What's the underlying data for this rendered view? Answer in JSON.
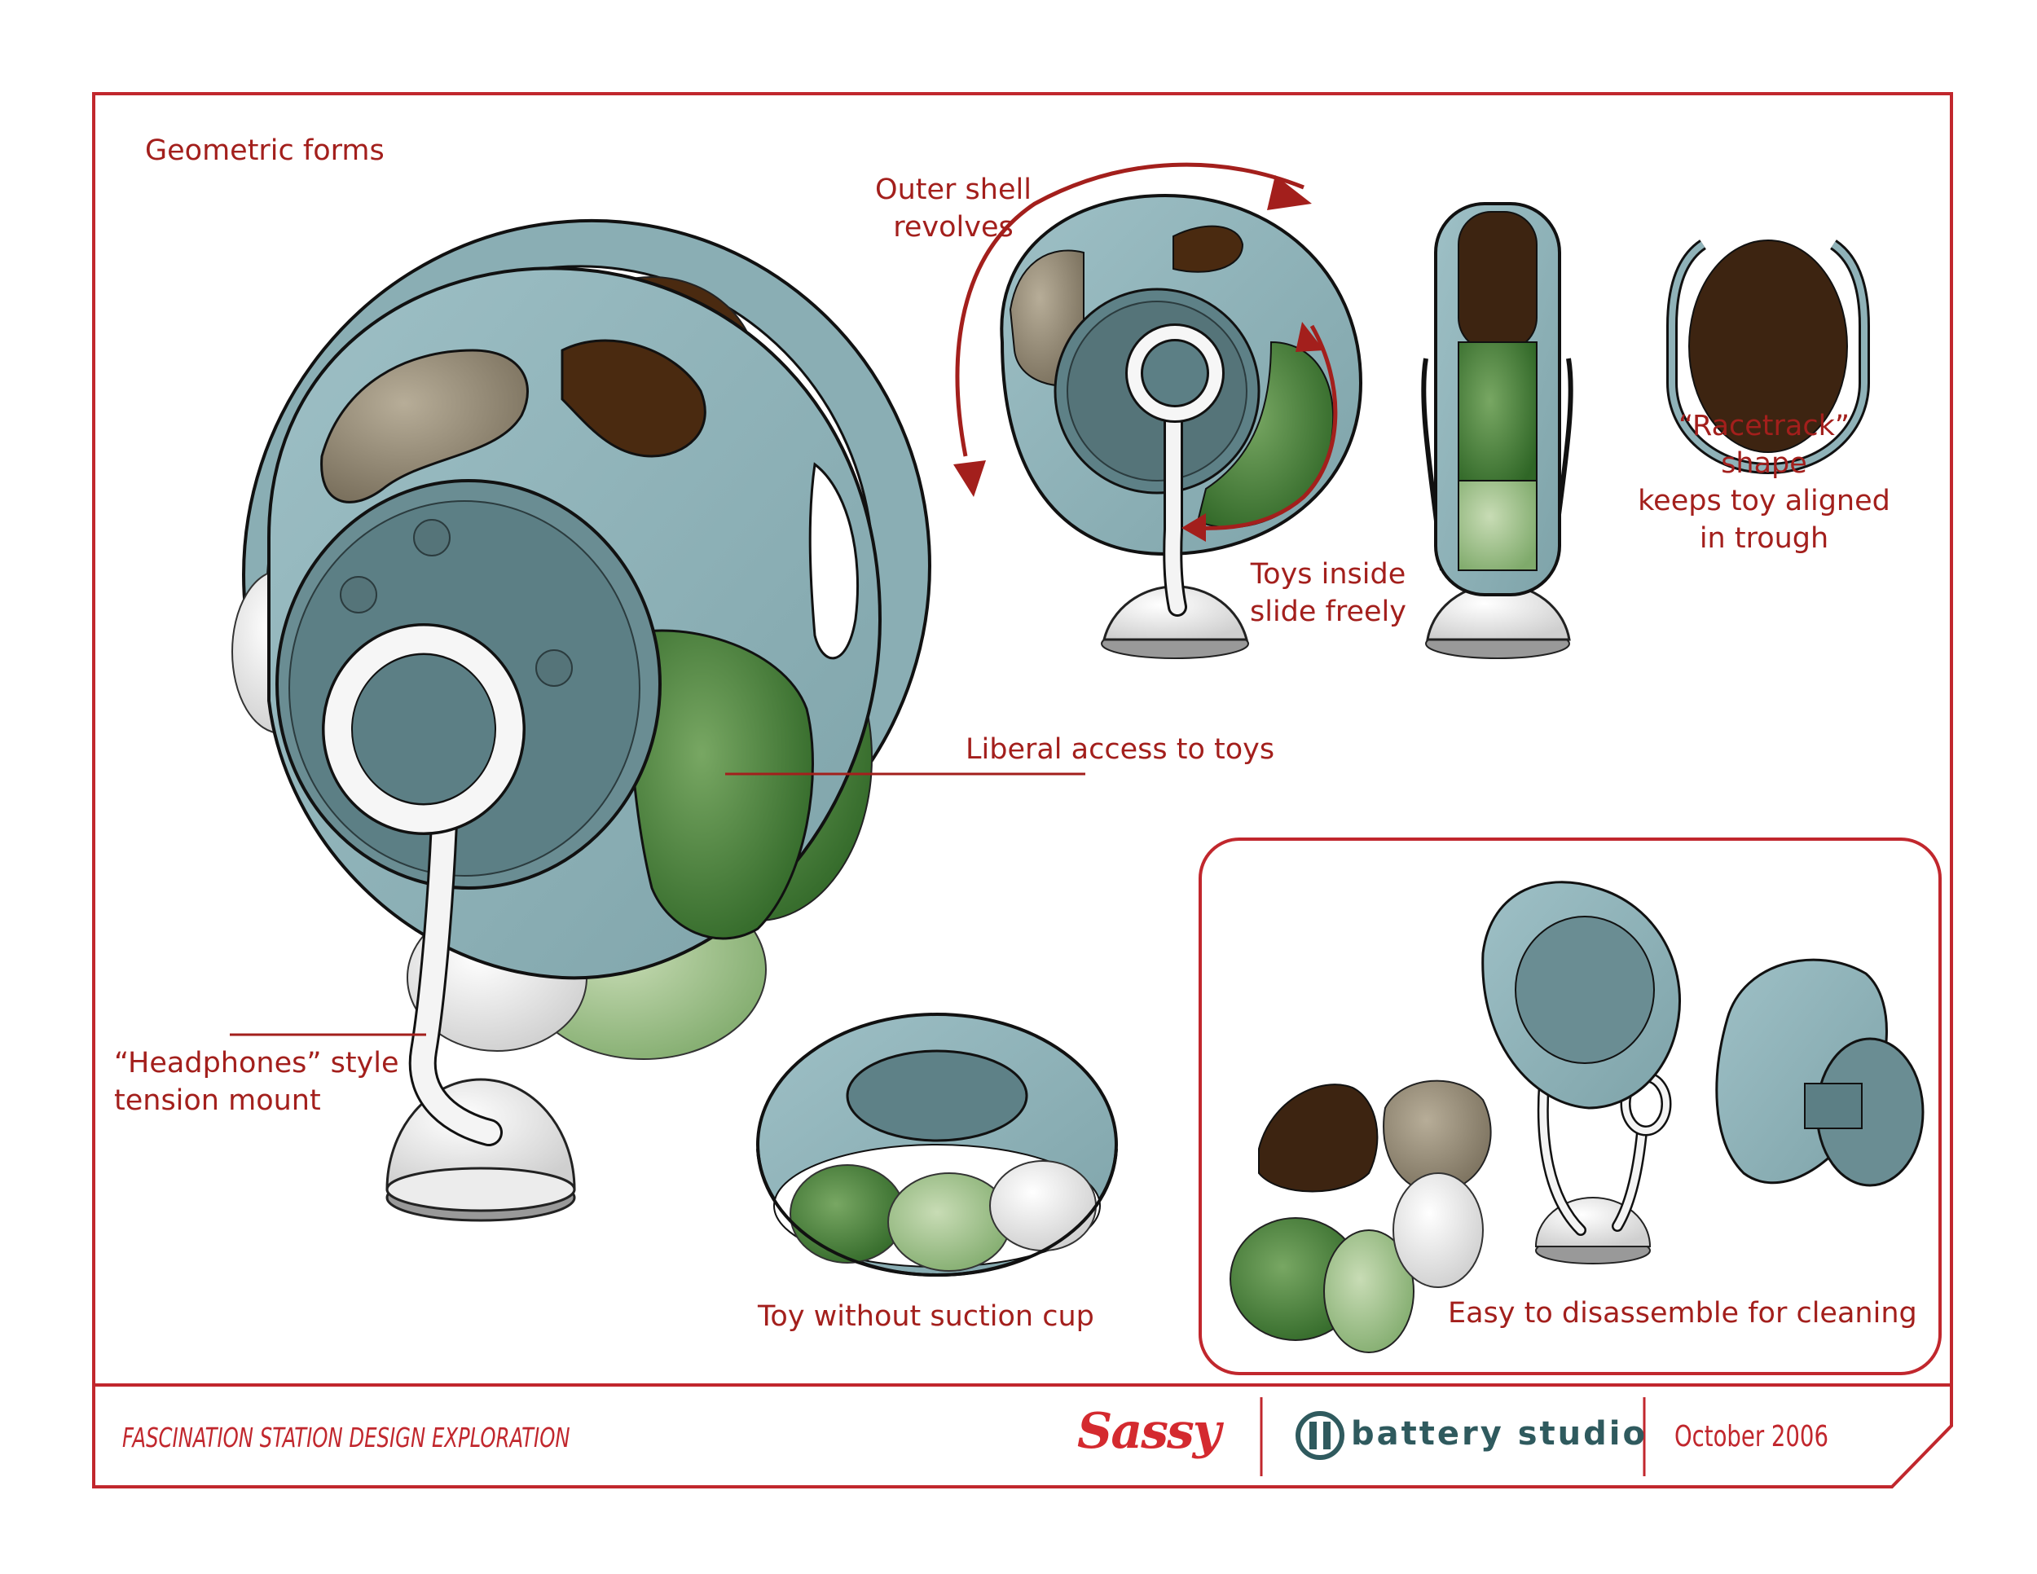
{
  "labels": {
    "geometric_forms": "Geometric forms",
    "outer_shell": "Outer shell\nrevolves",
    "racetrack": "“Racetrack” shape\nkeeps toy aligned\nin trough",
    "toys_inside": "Toys inside\nslide freely",
    "liberal_access": "Liberal access to toys",
    "headphones": "“Headphones” style\ntension mount",
    "toy_without": "Toy without suction cup",
    "easy_disassemble": "Easy to disassemble for cleaning"
  },
  "footer": {
    "title": "FASCINATION STATION DESIGN EXPLORATION",
    "brand": "Sassy",
    "studio": "battery studio",
    "date": "October 2006"
  },
  "colors": {
    "border": "#c1272d",
    "text": "#a31f1c",
    "shell": "#8fb2b8",
    "hub": "#5f8288",
    "green_dark": "#3f7a32",
    "green_light": "#9fc28a",
    "brown": "#3d2411",
    "tan": "#8e8370",
    "white_part": "#f2f2f2",
    "studio_teal": "#2f5a5e"
  },
  "icons": {
    "studio_logo": "battery-studio-logo-icon"
  }
}
